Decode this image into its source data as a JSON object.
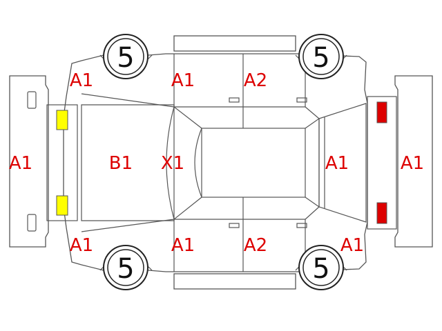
{
  "colors": {
    "code_text": "#dd0000",
    "outline": "#555555",
    "front_lamp": "#ffff00",
    "rear_lamp": "#dd0000"
  },
  "tires": {
    "front_left": "5",
    "rear_left": "5",
    "front_right": "5",
    "rear_right": "5"
  },
  "codes": {
    "front_bumper": "A1",
    "front_left_fender": "A1",
    "front_left_door": "A1",
    "rear_left_door": "A2",
    "front_right_fender": "A1",
    "front_right_door": "A1",
    "rear_right_door": "A2",
    "rear_right_quarter": "A1",
    "hood": "B1",
    "windshield": "X1",
    "trunk_lid": "A1",
    "rear_bumper": "A1"
  }
}
